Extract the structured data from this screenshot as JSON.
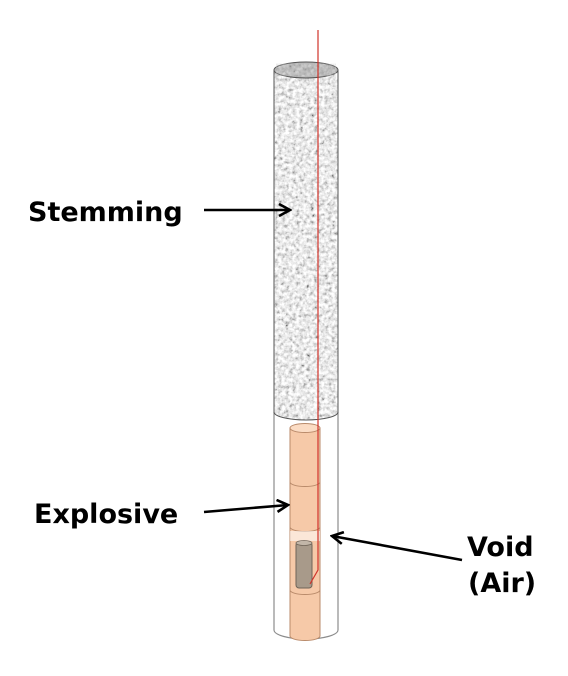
{
  "labels": {
    "stemming": "Stemming",
    "explosive": "Explosive",
    "void_line1": "Void",
    "void_line2": "(Air)"
  },
  "colors": {
    "stemming_base": "#9a9a9a",
    "explosive_fill": "#f6c9a8",
    "explosive_stroke": "#b98a6a",
    "void_fill": "#a89a8a",
    "fuse_line": "#d0332a",
    "borehole_outline": "#8c8c8c",
    "arrow": "#000000"
  }
}
